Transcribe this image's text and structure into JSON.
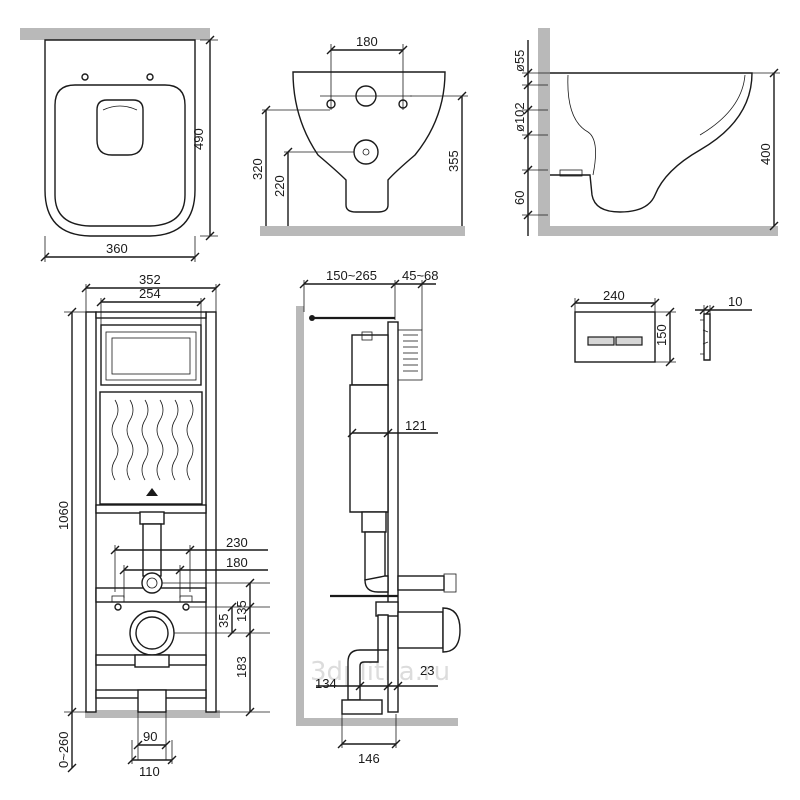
{
  "watermark": "3dplitka.ru",
  "top_view": {
    "depth": "490",
    "width": "360"
  },
  "front_view": {
    "holes_spacing": "180",
    "h_outer": "320",
    "h_drain": "220",
    "h_total": "355"
  },
  "side_view": {
    "d_inlet": "ø55",
    "d_outlet": "ø102",
    "h_bowl": "400",
    "h_drain": "60"
  },
  "frame_front": {
    "width_outer": "352",
    "width_inner": "254",
    "height": "1060",
    "rail_width": "230",
    "holes_spacing": "180",
    "h_135": "135",
    "h_35": "35",
    "h_183": "183",
    "leg_adjust": "0~260",
    "pipe_90": "90",
    "pipe_110": "110"
  },
  "frame_side": {
    "depth_adjust": "150~265",
    "panel_adjust": "45~68",
    "tank_depth": "121",
    "pipe_23": "23",
    "pipe_134": "134",
    "pipe_146": "146"
  },
  "button_front": {
    "width": "240",
    "height": "150"
  },
  "button_side": {
    "depth": "10"
  }
}
